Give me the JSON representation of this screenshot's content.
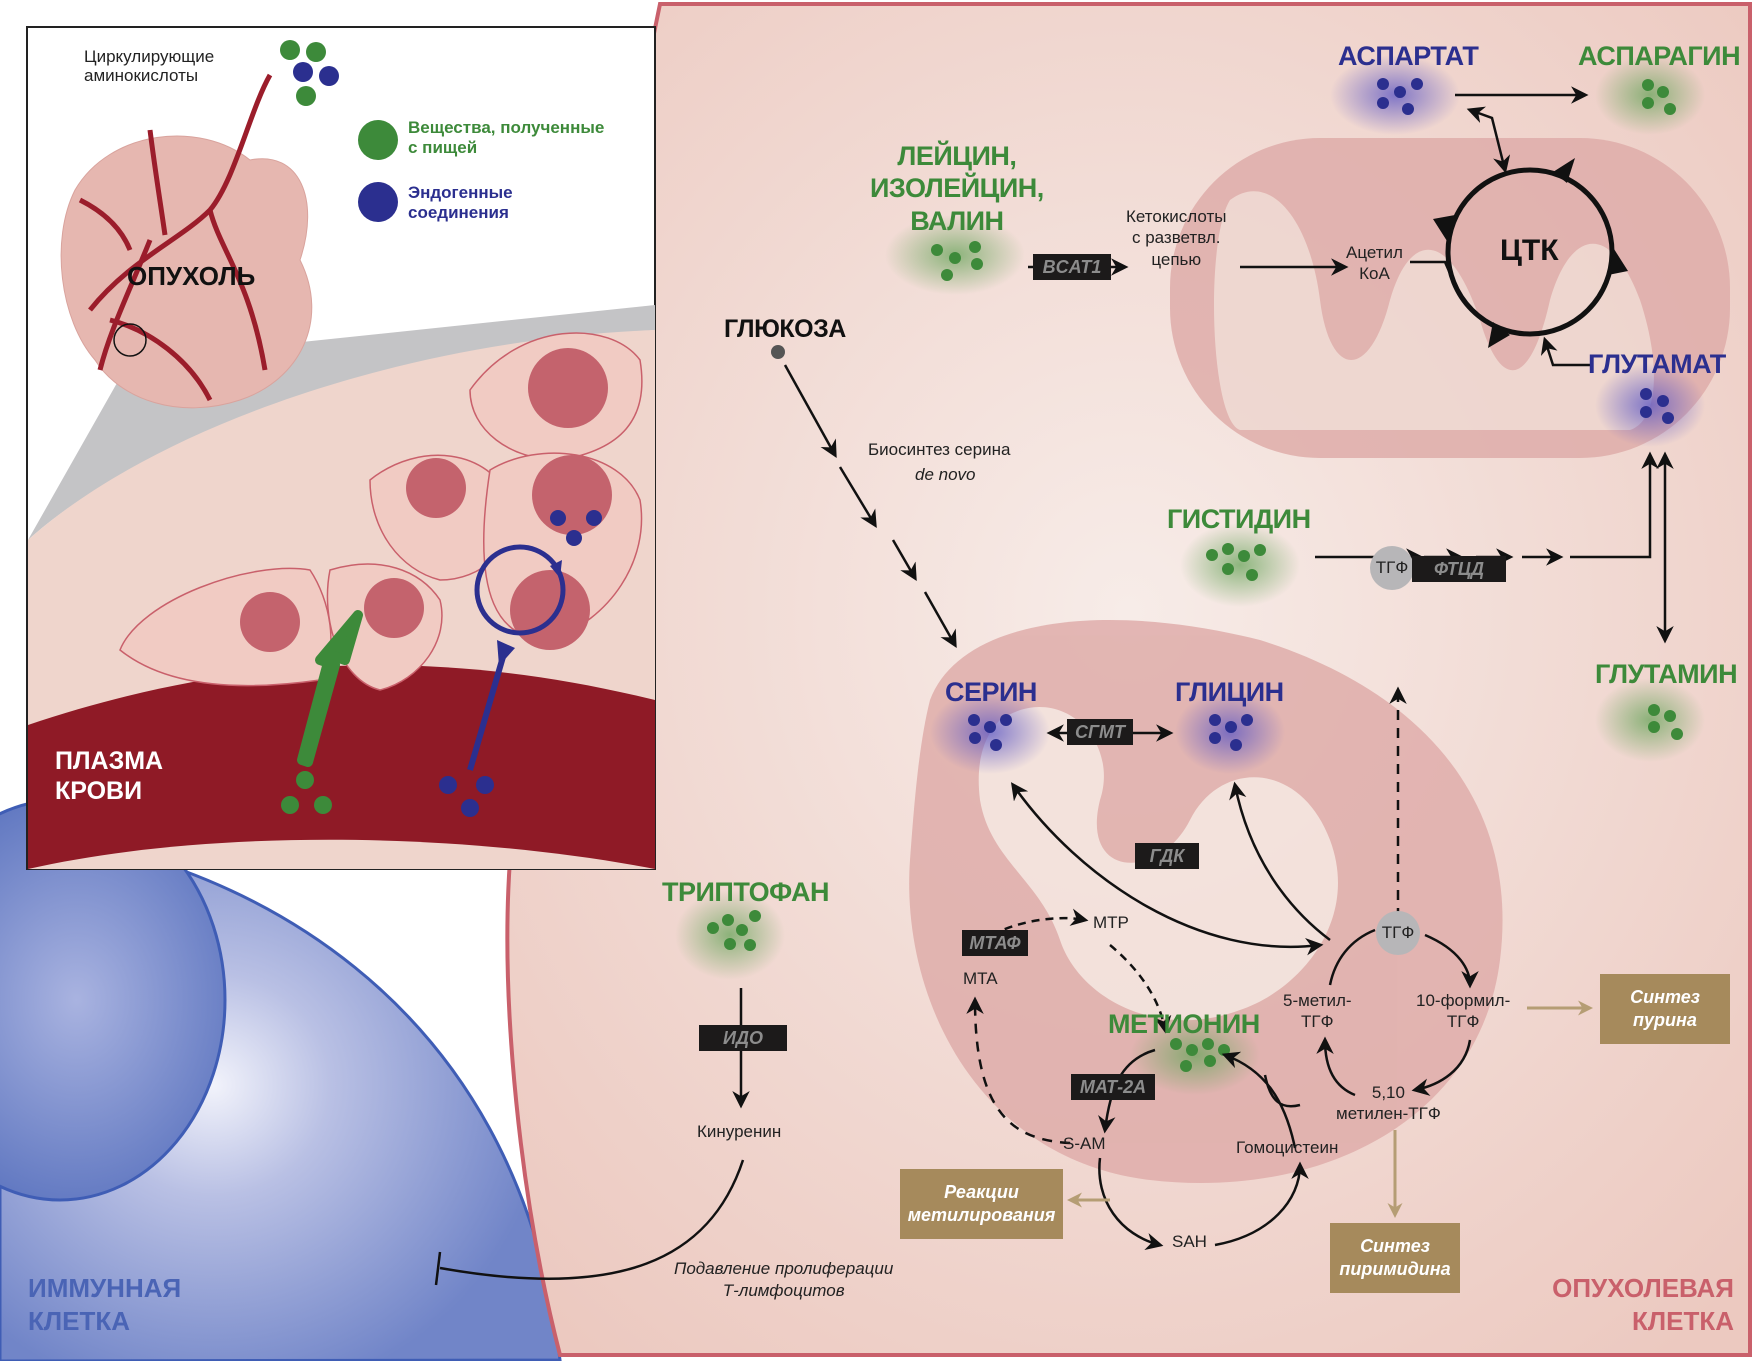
{
  "inset": {
    "circulating_label": "Циркулирующие\nаминокислоты",
    "tumor_label": "ОПУХОЛЬ",
    "plasma_label": "ПЛАЗМА\nКРОВИ",
    "legend": [
      {
        "label": "Вещества, полученные\nс пищей",
        "color": "#3d8a3a"
      },
      {
        "label": "Эндогенные\nсоединения",
        "color": "#2b2f8f"
      }
    ]
  },
  "immune_cell": {
    "label": "ИММУННАЯ\nКЛЕТКА",
    "color": "#4a64b5"
  },
  "tumor_cell": {
    "label": "ОПУХОЛЕВАЯ\nКЛЕТКА",
    "color": "#c9606b"
  },
  "amino_acids": {
    "bcaa": "ЛЕЙЦИН,\nИЗОЛЕЙЦИН,\nВАЛИН",
    "aspartate": "АСПАРТАТ",
    "asparagine": "АСПАРАГИН",
    "glutamate": "ГЛУТАМАТ",
    "glutamine": "ГЛУТАМИН",
    "histidine": "ГИСТИДИН",
    "serine": "СЕРИН",
    "glycine": "ГЛИЦИН",
    "methionine": "МЕТИОНИН",
    "tryptophan": "ТРИПТОФАН",
    "glucose": "ГЛЮКОЗА"
  },
  "metabolites": {
    "keto_acids": "Кетокислоты\nс разветвл.\nцепью",
    "acetyl_coa": "Ацетил\nКоА",
    "tca": "ЦТК",
    "serine_biosynthesis": "Биосинтез серина",
    "de_novo": "de novo",
    "thf": "ТГФ",
    "methyl_thf": "5-метил-\nТГФ",
    "formyl_thf": "10-формил-\nТГФ",
    "methylene_thf": "5,10\nметилен-ТГФ",
    "mtr": "MTP",
    "mta": "MTA",
    "sam": "S-AM",
    "sah": "SAH",
    "homocysteine": "Гомоцистеин",
    "kynurenine": "Кинуренин",
    "t_cell_suppression": "Подавление пролиферации\nТ-лимфоцитов"
  },
  "enzymes": {
    "bcat1": "BCAT1",
    "ftcd": "ФТЦД",
    "shmt": "СГМТ",
    "gdc": "ГДК",
    "mtap": "МТАФ",
    "mat2a": "МАТ-2А",
    "ido": "ИДО"
  },
  "outputs": {
    "purine": "Синтез\nпурина",
    "pyrimidine": "Синтез\nпиримидина",
    "methylation": "Реакции\nметилирования"
  }
}
